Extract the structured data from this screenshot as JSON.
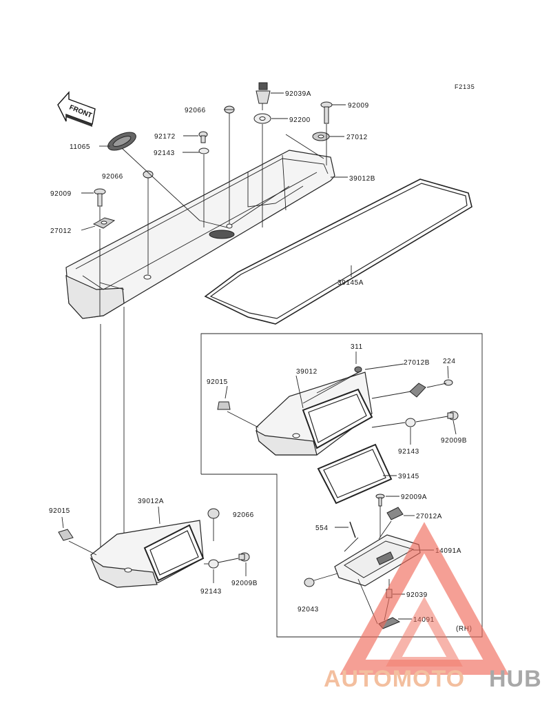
{
  "figure_code": "F2135",
  "front_arrow_text": "FRONT",
  "side_note": "(RH)",
  "watermark": {
    "part1": "AUTOMOTO",
    "part2": "HUB",
    "color_primary": "#e8463a",
    "color_secondary": "#9a9a9a"
  },
  "labels": {
    "p92039A": "92039A",
    "p92066_top": "92066",
    "p92009_top": "92009",
    "p92200": "92200",
    "p92172": "92172",
    "p27012_top": "27012",
    "p11065": "11065",
    "p92143_top": "92143",
    "p92066_mid": "92066",
    "p39012B": "39012B",
    "p92009_left": "92009",
    "p27012_left": "27012",
    "p39145A": "39145A",
    "p311": "311",
    "p27012B": "27012B",
    "p224": "224",
    "p92015_box": "92015",
    "p39012": "39012",
    "p92143_box": "92143",
    "p92009B_box": "92009B",
    "p39145": "39145",
    "p92009A": "92009A",
    "p27012A": "27012A",
    "p554": "554",
    "p14091A": "14091A",
    "p92039": "92039",
    "p92043": "92043",
    "p14091": "14091",
    "p92015_low": "92015",
    "p39012A": "39012A",
    "p92066_low": "92066",
    "p92143_low": "92143",
    "p92009B_low": "92009B"
  }
}
